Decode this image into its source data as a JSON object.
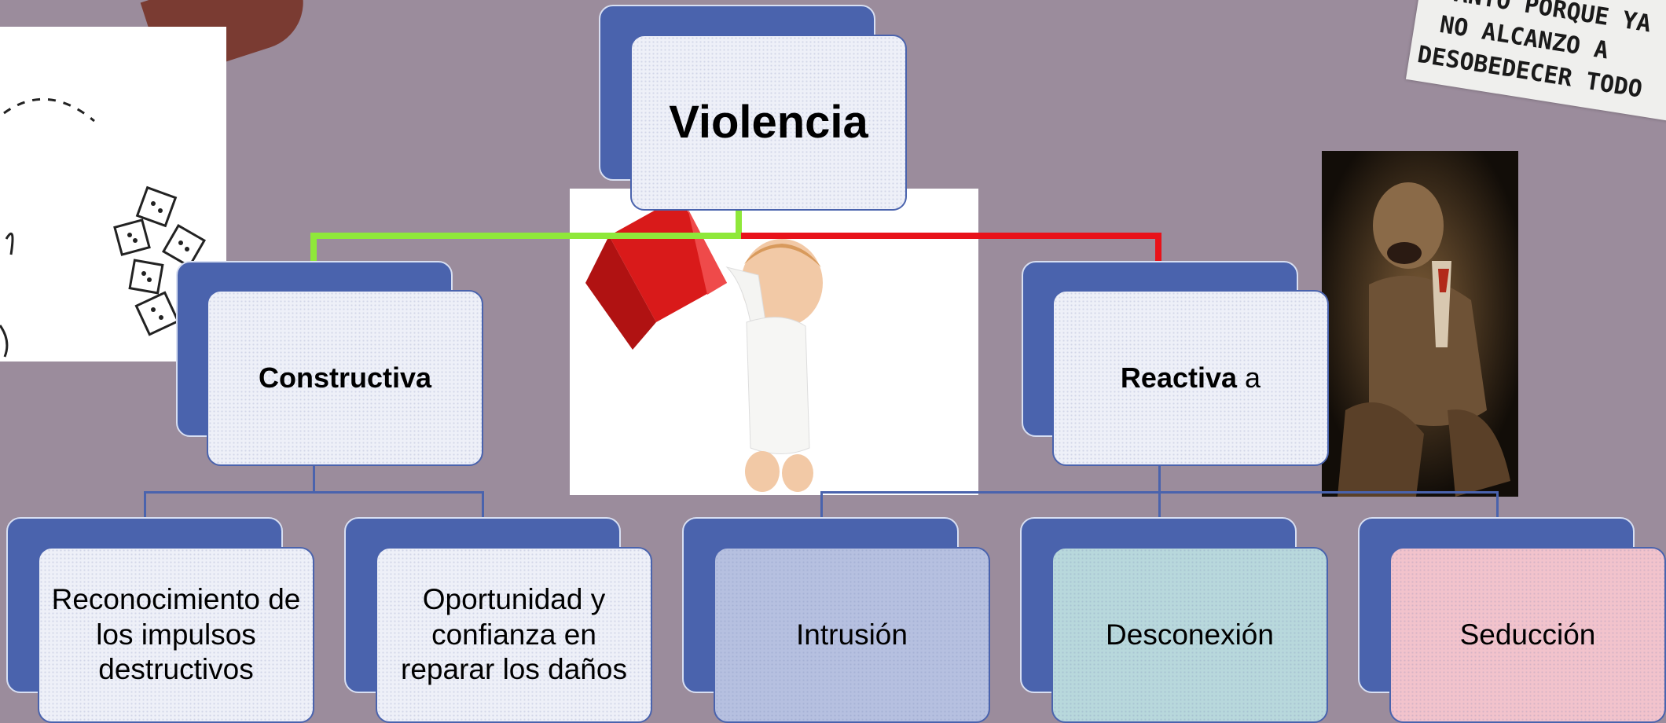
{
  "diagram": {
    "root": {
      "label": "Violencia"
    },
    "branches": [
      {
        "label_bold": "Constructiva",
        "label_rest": ""
      },
      {
        "label_bold": "Reactiva",
        "label_rest": " a"
      }
    ],
    "leaves": [
      {
        "label": "Reconocimiento de los impulsos destructivos"
      },
      {
        "label": "Oportunidad y confianza en reparar los daños"
      },
      {
        "label": "Intrusión"
      },
      {
        "label": "Desconexión"
      },
      {
        "label": "Seducción"
      }
    ],
    "connector_colors": {
      "left": "#8fe83a",
      "right": "#e8121a",
      "tree": "#4a63ad"
    }
  },
  "images": {
    "note": {
      "lines": [
        "TANTO PORQUE YA",
        "NO ALCANZO A",
        "DESOBEDECER TODO"
      ]
    }
  },
  "colors": {
    "background": "#9b8c9c",
    "box_back": "#4a63ad",
    "box_front": "#eef0f8",
    "intrusion": "#b6c0e0",
    "desconexion": "#b8d8dc",
    "seduccion": "#f2c3cc"
  }
}
